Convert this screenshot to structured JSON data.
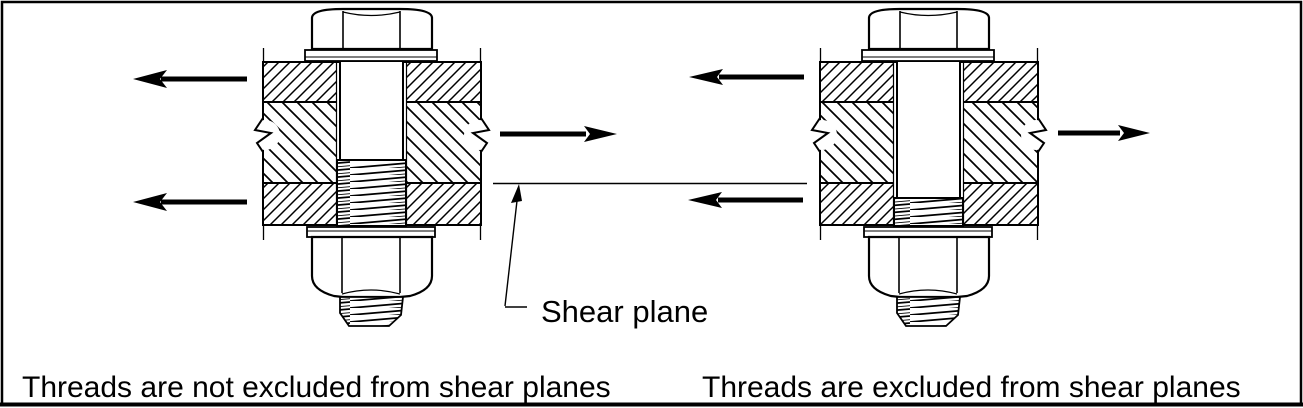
{
  "figure": {
    "labels": {
      "shear_plane": "Shear plane",
      "caption_left": "Threads are not excluded from shear planes",
      "caption_right": "Threads are excluded from shear planes"
    },
    "colors": {
      "ink": "#000000",
      "background": "#ffffff"
    }
  }
}
